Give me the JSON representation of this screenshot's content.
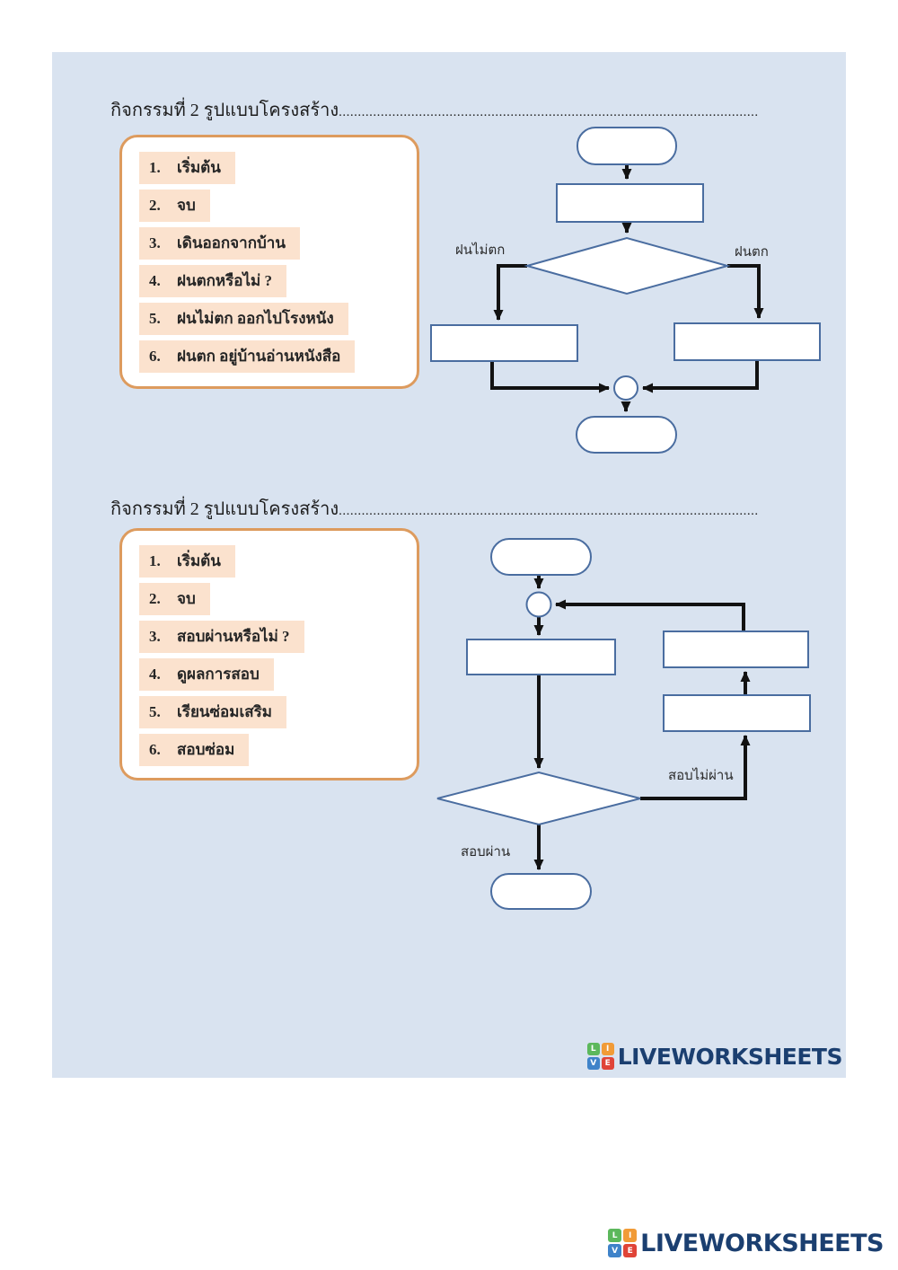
{
  "colors": {
    "panel_bg": "#d9e3f0",
    "shape_border": "#4a6da0",
    "arrow": "#121212",
    "box_border": "#dd9b5e",
    "item_bg": "#fbe2ce",
    "brand_navy": "#1b3f70",
    "icon_green": "#5cb85c",
    "icon_orange": "#f19b37",
    "icon_blue": "#3f83c9",
    "icon_red": "#e04438"
  },
  "section1": {
    "title": "กิจกรรมที่ 2 รูปแบบโครงสร้าง",
    "dots": "..............................................................................................................",
    "items": [
      {
        "num": "1.",
        "text": "เริ่มต้น"
      },
      {
        "num": "2.",
        "text": "จบ"
      },
      {
        "num": "3.",
        "text": "เดินออกจากบ้าน"
      },
      {
        "num": "4.",
        "text": "ฝนตกหรือไม่ ?"
      },
      {
        "num": "5.",
        "text": "ฝนไม่ตก ออกไปโรงหนัง"
      },
      {
        "num": "6.",
        "text": "ฝนตก อยู่บ้านอ่านหนังสือ"
      }
    ],
    "labels": {
      "no_rain": "ฝนไม่ตก",
      "rain": "ฝนตก"
    }
  },
  "section2": {
    "title": "กิจกรรมที่ 2 รูปแบบโครงสร้าง",
    "dots": "..............................................................................................................",
    "items": [
      {
        "num": "1.",
        "text": "เริ่มต้น"
      },
      {
        "num": "2.",
        "text": "จบ"
      },
      {
        "num": "3.",
        "text": "สอบผ่านหรือไม่ ?"
      },
      {
        "num": "4.",
        "text": "ดูผลการสอบ"
      },
      {
        "num": "5.",
        "text": "เรียนซ่อมเสริม"
      },
      {
        "num": "6.",
        "text": "สอบซ่อม"
      }
    ],
    "labels": {
      "fail": "สอบไม่ผ่าน",
      "pass": "สอบผ่าน"
    }
  },
  "footer": {
    "brand": "LIVEWORKSHEETS",
    "icon_letters": [
      "L",
      "I",
      "V",
      "E"
    ]
  }
}
